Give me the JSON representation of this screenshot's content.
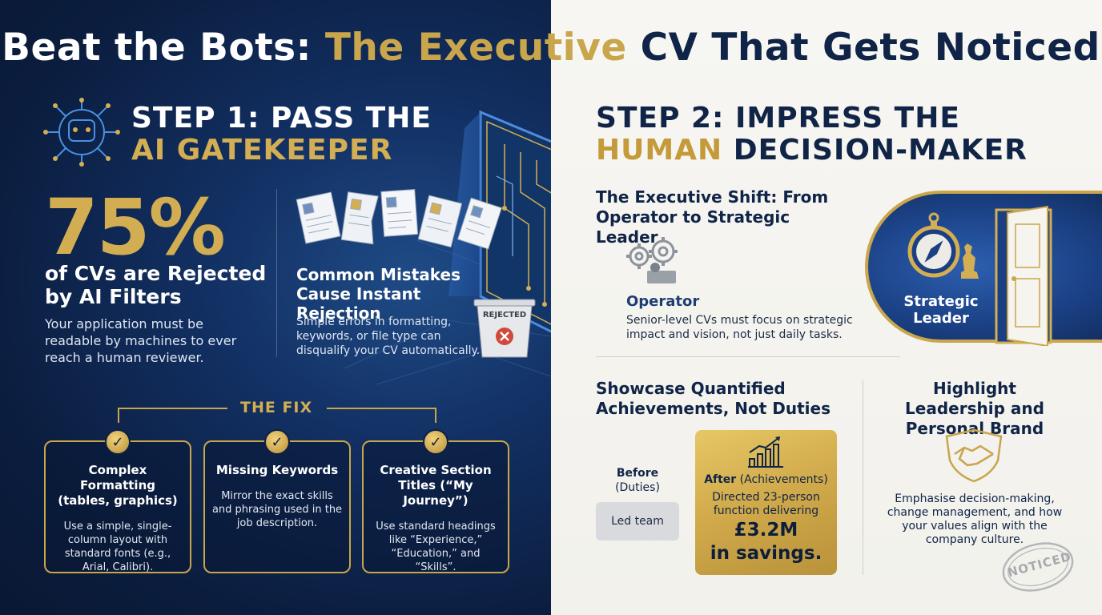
{
  "title": {
    "part1": "Beat the Bots: ",
    "part2": "The Execu",
    "part3": "tive CV That Gets Noticed"
  },
  "step1": {
    "line1": "STEP 1: PASS THE",
    "line2": "AI GATEKEEPER",
    "stat": "75%",
    "stat_heading": "of CVs are Rejected by AI Filters",
    "stat_body": "Your application must be readable by machines to ever reach a human reviewer.",
    "mistakes_heading": "Common Mistakes Cause Instant Rejection",
    "mistakes_body": "Simple errors in formatting, keywords, or file type can disqualify your CV automatically.",
    "bin_label": "REJECTED"
  },
  "fix": {
    "label": "THE FIX",
    "cards": [
      {
        "heading": "Complex Formatting (tables, graphics)",
        "body": "Use a simple, single-column layout with standard fonts (e.g., Arial, Calibri)."
      },
      {
        "heading": "Missing Keywords",
        "body": "Mirror the exact skills and phrasing used in the job description."
      },
      {
        "heading": "Creative Section Titles (“My Journey”)",
        "body": "Use standard headings like “Experience,” “Education,” and “Skills”."
      }
    ]
  },
  "step2": {
    "line1": "STEP 2: IMPRESS THE",
    "line2_gold": "HUMAN",
    "line2_rest": " DECISION-MAKER",
    "shift_heading": "The Executive Shift: From Operator to Strategic Leader",
    "operator_label": "Operator",
    "operator_body": "Senior-level CVs must focus on strategic impact and vision, not just daily tasks.",
    "leader_label": "Strategic Leader",
    "achievements_heading": "Showcase Quantified Achievements, Not Duties",
    "before_label": "Before",
    "before_sub": "(Duties)",
    "before_value": "Led team",
    "after_label": "After",
    "after_sub": " (Achievements)",
    "after_desc": "Directed 23-person function delivering",
    "after_amount": "£3.2M",
    "after_suffix": "in savings.",
    "leadership_heading": "Highlight Leadership and Personal Brand",
    "leadership_body": "Emphasise decision-making, change management, and how your values align with the company culture.",
    "stamp": "NOTICED"
  },
  "colors": {
    "navy": "#0f2446",
    "gold": "#c9a54b",
    "left_bg": "#0b1d3e",
    "right_bg": "#f4f3ef"
  }
}
